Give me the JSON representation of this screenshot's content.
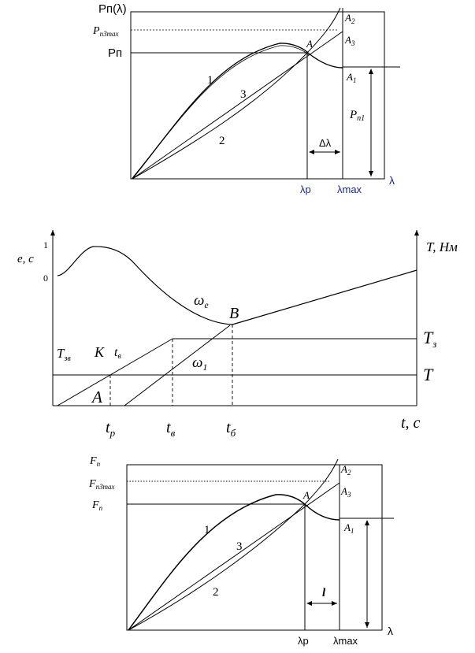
{
  "diagram1": {
    "y_axis_label": "Pп(λ)",
    "p_max_label_main": "P",
    "p_max_label_sub": "пЗmax",
    "p_label": "Pп",
    "point_a": "A",
    "point_a1_main": "A",
    "point_a1_sub": "1",
    "point_a2_main": "A",
    "point_a2_sub": "2",
    "point_a3_main": "A",
    "point_a3_sub": "3",
    "curve_1": "1",
    "curve_2": "2",
    "curve_3": "3",
    "pn1_main": "P",
    "pn1_sub": "п1",
    "delta_lambda": "Δλ",
    "lambda_p": "λp",
    "lambda_max": "λmax",
    "lambda": "λ"
  },
  "diagram2": {
    "y_left_label": "e, c",
    "y_right_label": "T, Нм",
    "tick_1": "1",
    "tick_0": "0",
    "omega_e_main": "ω",
    "omega_e_sub": "e",
    "omega_1_main": "ω",
    "omega_1_sub": "1",
    "point_b": "B",
    "t_zv_main": "T",
    "t_zv_sub": "зв",
    "point_k": "K",
    "t_v_small_main": "t",
    "t_v_small_sub": "в",
    "t_z_main": "T",
    "t_z_sub": "з",
    "t_right": "T",
    "point_a": "A",
    "t_p_main": "t",
    "t_p_sub": "p",
    "t_v_main": "t",
    "t_v_sub": "в",
    "t_b_main": "t",
    "t_b_sub": "б",
    "x_axis_label": "t, c"
  },
  "diagram3": {
    "y_axis_main": "F",
    "y_axis_sub": "п",
    "f_max_main": "F",
    "f_max_sub": "пЗmax",
    "f_label_main": "F",
    "f_label_sub": "п",
    "point_a": "A",
    "point_a1_main": "A",
    "point_a1_sub": "1",
    "point_a2_main": "A",
    "point_a2_sub": "2",
    "point_a3_main": "A",
    "point_a3_sub": "3",
    "curve_1": "1",
    "curve_2": "2",
    "curve_3": "3",
    "interval": "l",
    "lambda_p": "λp",
    "lambda_max": "λmax",
    "lambda": "λ"
  }
}
